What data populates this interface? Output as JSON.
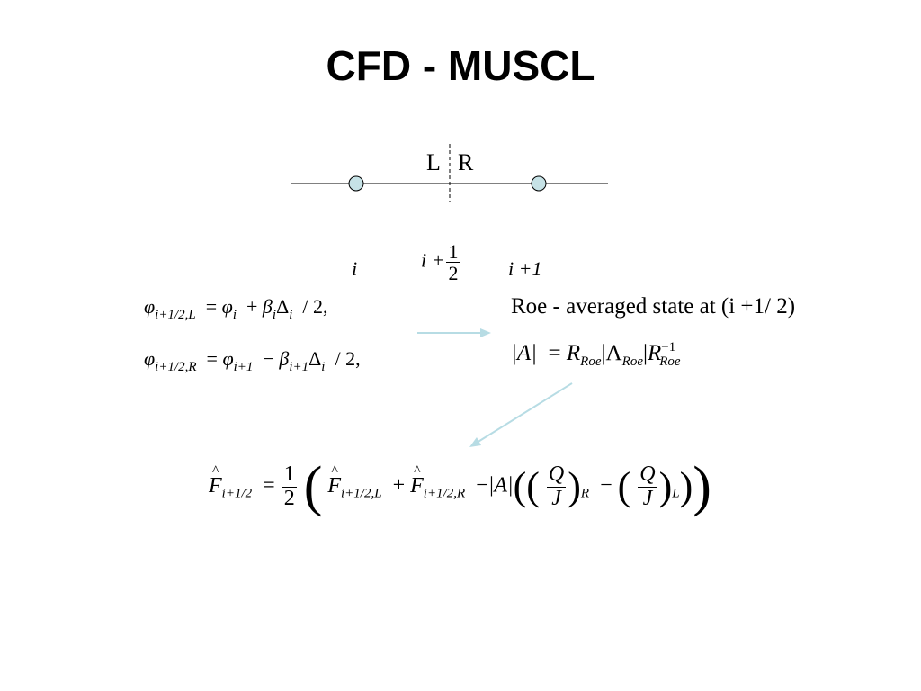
{
  "slide": {
    "title": "CFD - MUSCL"
  },
  "diagram": {
    "left_label": "L",
    "right_label": "R",
    "node_labels": {
      "i": "i",
      "i_plus_1": "i +1",
      "half_prefix": "i +",
      "half_num": "1",
      "half_den": "2"
    },
    "node_fill": "#c6e2e6",
    "arrow_color": "#b7dce4"
  },
  "equations": {
    "phi": "φ",
    "beta": "β",
    "delta": "Δ",
    "sub_i": "i",
    "sub_ip1": "i+1",
    "sub_half_L": "i+1/2,L",
    "sub_half_R": "i+1/2,R",
    "tail": "/ 2,",
    "roe_title": "Roe - averaged state at (i +1/ 2)",
    "abs_A": "|A|",
    "R": "R",
    "Lambda": "Λ",
    "roe_sub": "Roe",
    "inv_sup": "−1",
    "F": "F",
    "sub_half": "i+1/2",
    "Q": "Q",
    "J": "J",
    "sub_R": "R",
    "sub_L": "L",
    "one": "1",
    "two": "2",
    "minus": "−",
    "plus": "+",
    "equals": "="
  }
}
